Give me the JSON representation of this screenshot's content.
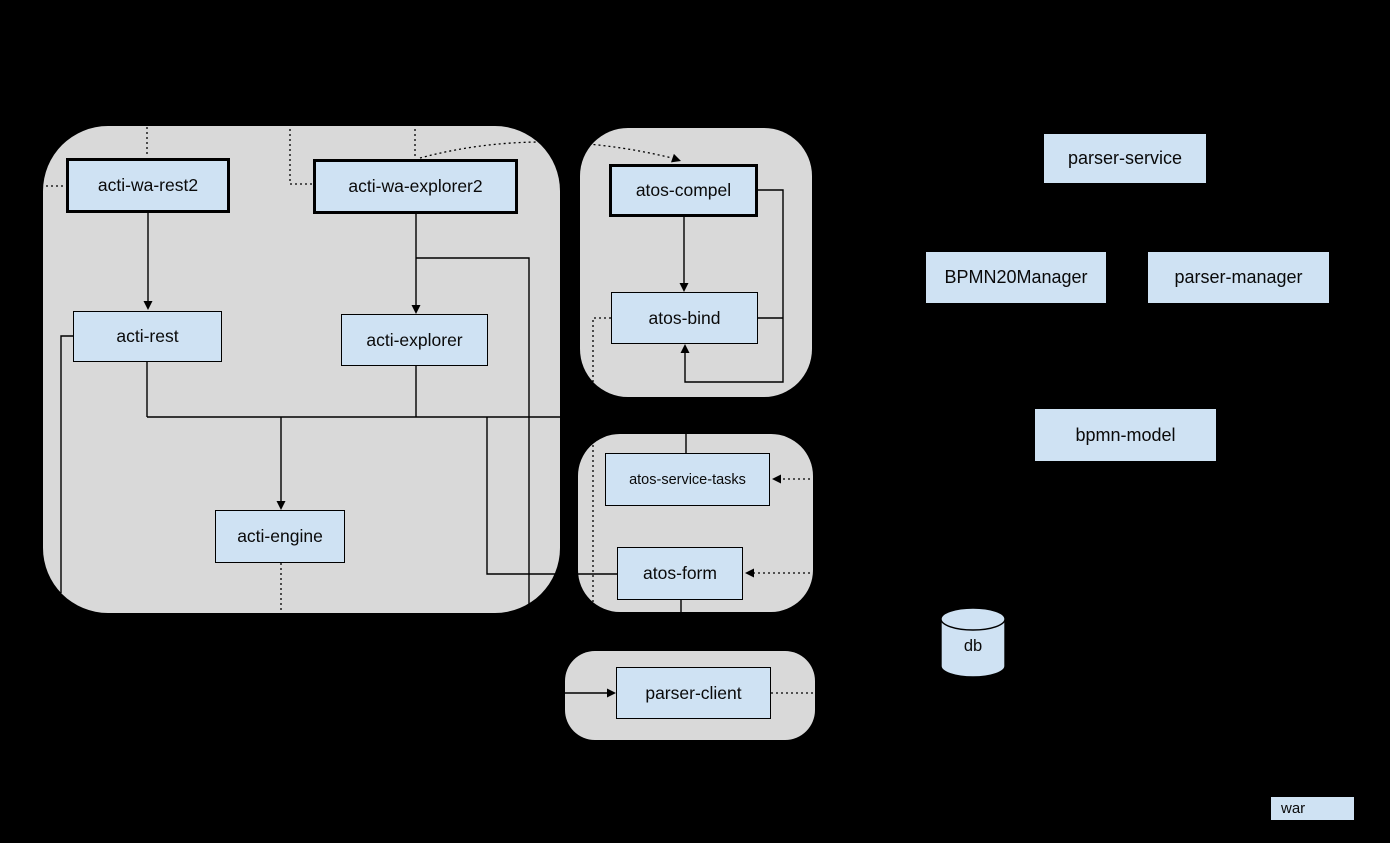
{
  "colors": {
    "background": "#000000",
    "group_fill": "#d9d9d9",
    "node_fill": "#cfe2f3",
    "line": "#000000"
  },
  "nodes": {
    "acti_wa_rest2": {
      "label": "acti-wa-rest2"
    },
    "acti_wa_explorer2": {
      "label": "acti-wa-explorer2"
    },
    "acti_rest": {
      "label": "acti-rest"
    },
    "acti_explorer": {
      "label": "acti-explorer"
    },
    "acti_engine": {
      "label": "acti-engine"
    },
    "atos_compel": {
      "label": "atos-compel"
    },
    "atos_bind": {
      "label": "atos-bind"
    },
    "atos_service_tasks": {
      "label": "atos-service-tasks"
    },
    "atos_form": {
      "label": "atos-form"
    },
    "parser_client": {
      "label": "parser-client"
    },
    "parser_service": {
      "label": "parser-service"
    },
    "bpmn20_manager": {
      "label": "BPMN20Manager"
    },
    "parser_manager": {
      "label": "parser-manager"
    },
    "bpmn_model": {
      "label": "bpmn-model"
    },
    "db": {
      "label": "db"
    },
    "war": {
      "label": "war"
    }
  }
}
